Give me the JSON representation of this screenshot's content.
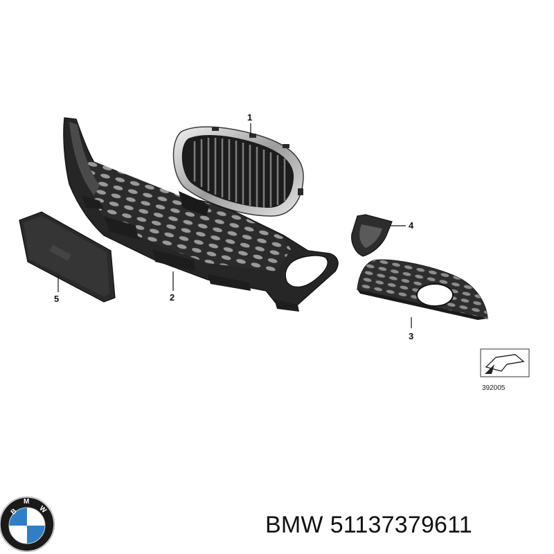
{
  "diagram": {
    "callouts": [
      "1",
      "2",
      "3",
      "4",
      "5"
    ],
    "reference_code": "392005"
  },
  "brand": {
    "logo_icon": "bmw-roundel-icon",
    "logo_letters": "BMW",
    "colors": {
      "ring": "#1a1a1a",
      "blue": "#2f7fc8",
      "white": "#ffffff"
    }
  },
  "part_label": {
    "brand": "BMW",
    "part_number": "51137379611"
  }
}
